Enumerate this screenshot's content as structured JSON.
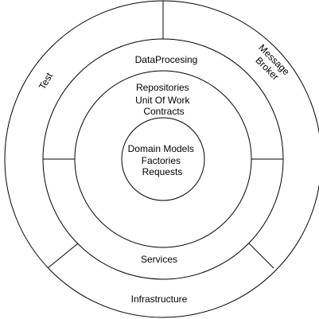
{
  "colors": {
    "stroke": "#000000",
    "background": "#ffffff",
    "text": "#000000"
  },
  "outer_ring": {
    "segments": [
      {
        "label": "Test"
      },
      {
        "label": "Message Broker",
        "lines": [
          "Message",
          "Broker"
        ]
      },
      {
        "label": "Infrastructure"
      }
    ]
  },
  "middle_ring": {
    "segments": [
      {
        "label": "DataProcesing"
      },
      {
        "label": "Services"
      }
    ]
  },
  "inner_ring": {
    "lines": [
      "Repositories",
      "Unit Of Work",
      "Contracts"
    ]
  },
  "core": {
    "lines": [
      "Domain Models",
      "Factories",
      "Requests"
    ]
  }
}
